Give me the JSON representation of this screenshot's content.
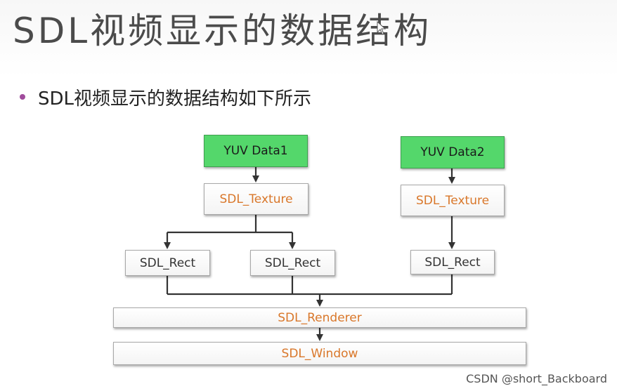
{
  "slide": {
    "title": "SDL视频显示的数据结构",
    "bullet": "SDL视频显示的数据结构如下所示"
  },
  "diagram": {
    "yuv_data1": "YUV Data1",
    "yuv_data2": "YUV Data2",
    "texture_left": "SDL_Texture",
    "texture_right": "SDL_Texture",
    "rect_1": "SDL_Rect",
    "rect_2": "SDL_Rect",
    "rect_3": "SDL_Rect",
    "renderer": "SDL_Renderer",
    "window": "SDL_Window"
  },
  "watermark": "CSDN @short_Backboard",
  "colors": {
    "data_box_fill": "#54d76b",
    "orange_label": "#d9772a",
    "bullet": "#a04c9c",
    "arrow": "#333333"
  }
}
